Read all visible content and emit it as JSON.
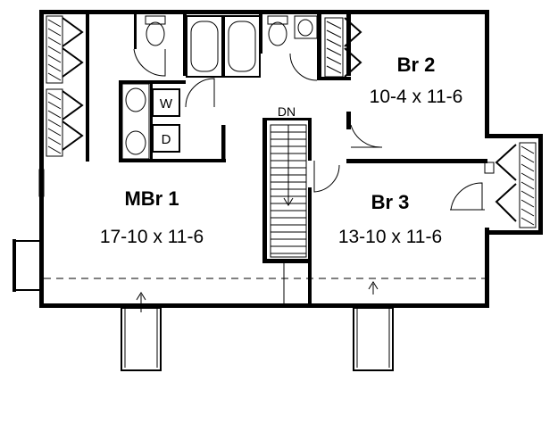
{
  "rooms": {
    "br2": {
      "name": "Br 2",
      "size": "10-4 x 11-6"
    },
    "mbr1": {
      "name": "MBr 1",
      "size": "17-10 x 11-6"
    },
    "br3": {
      "name": "Br 3",
      "size": "13-10 x 11-6"
    }
  },
  "stair": {
    "label": "DN"
  },
  "laundry": {
    "washer": "W",
    "dryer": "D"
  }
}
